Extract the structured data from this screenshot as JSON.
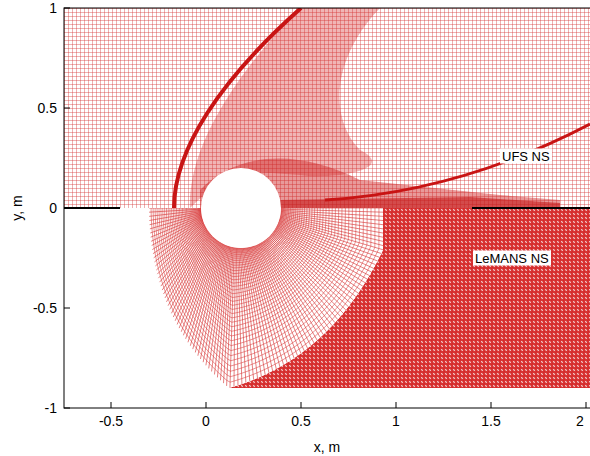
{
  "diagram": {
    "labels": [
      "1",
      "0.5",
      "0",
      "-0.5",
      "-1",
      "-0.5",
      "0",
      "0.5",
      "1",
      "1.5",
      "2",
      "y, m",
      "x, m",
      "UFS NS",
      "LeMANS NS"
    ]
  }
}
